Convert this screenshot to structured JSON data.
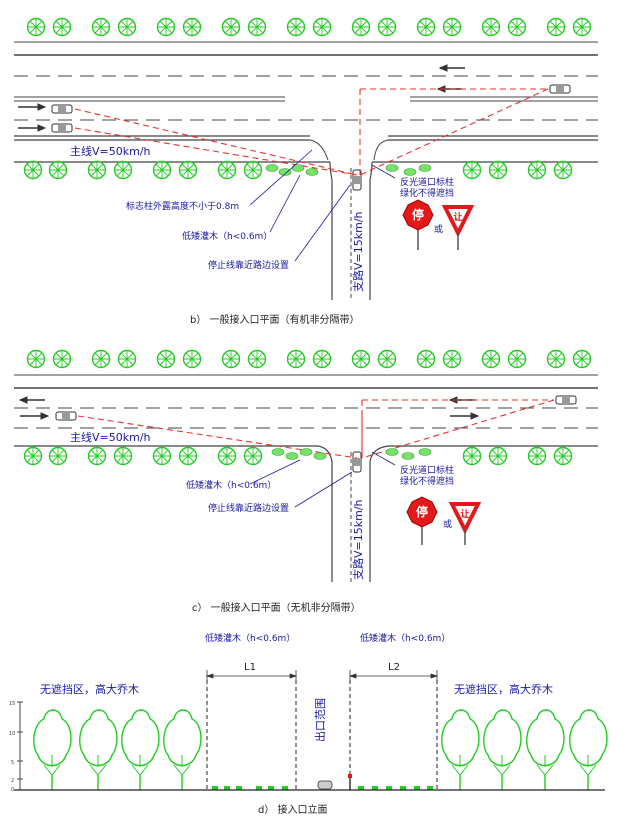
{
  "panel_b": {
    "mainline_label": "主线V=50km/h",
    "branch_label": "支路V=15km/h",
    "note_sign_height": "标志柱外露高度不小于0.8m",
    "note_shrub": "低矮灌木（h<0.6m）",
    "note_stop_line": "停止线靠近路边设置",
    "note_reflective": "反光道口标柱",
    "note_greening": "绿化不得遮挡",
    "sign_stop": "停",
    "sign_yield": "让",
    "sign_or": "或",
    "caption": "b） 一般接入口平面（有机非分隔带）"
  },
  "panel_c": {
    "mainline_label": "主线V=50km/h",
    "branch_label": "支路V=15km/h",
    "note_shrub": "低矮灌木（h<0.6m）",
    "note_stop_line": "停止线靠近路边设置",
    "note_reflective": "反光道口标柱",
    "note_greening": "绿化不得遮挡",
    "sign_stop": "停",
    "sign_yield": "让",
    "sign_or": "或",
    "caption": "c） 一般接入口平面（无机非分隔带）"
  },
  "panel_d": {
    "shrub_left": "低矮灌木（h<0.6m）",
    "shrub_right": "低矮灌木（h<0.6m）",
    "dim_left": "L1",
    "dim_right": "L2",
    "zone_left": "无遮挡区，高大乔木",
    "zone_right": "无遮挡区，高大乔木",
    "exit_range": "出口范围",
    "scale_ticks": [
      "15",
      "10",
      "5",
      "2",
      "0"
    ],
    "caption": "d） 接入口立面"
  },
  "colors": {
    "tree": "#22cc22",
    "sight_line": "#e8332e",
    "text_blue": "#1a1aa0",
    "sign_red": "#e01a1a"
  }
}
